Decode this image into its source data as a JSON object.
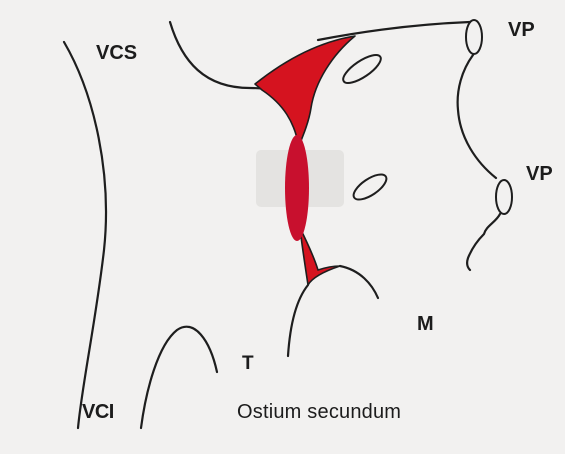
{
  "labels": {
    "vcs": "VCS",
    "vp_upper": "VP",
    "vp_lower": "VP",
    "m": "M",
    "t": "T",
    "vci": "VCI",
    "ostium": "Ostium secundum"
  },
  "colors": {
    "septum_fill": "#d5131f",
    "ostium_fill": "#c8102e",
    "outline": "#1e1e1e",
    "background": "#f2f1f0",
    "smudge": "#e4e3e1"
  }
}
